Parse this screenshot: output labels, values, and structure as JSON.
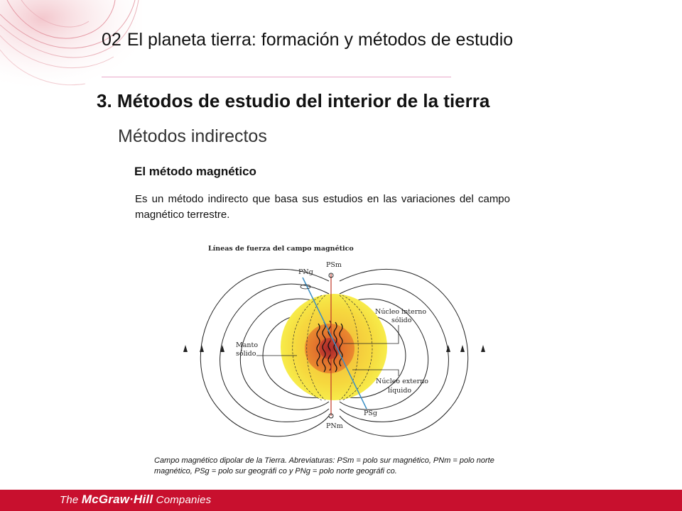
{
  "header": {
    "chapter_number": "02",
    "chapter_title": "El planeta tierra: formación y métodos de estudio"
  },
  "section": {
    "title": "3. Métodos de estudio del interior de la tierra",
    "subtitle": "Métodos indirectos"
  },
  "content": {
    "method_heading": "El método magnético",
    "description": "Es un método indirecto que basa sus estudios en las variaciones del campo magnético terrestre."
  },
  "figure": {
    "title": "Líneas de fuerza del campo magnético",
    "labels": {
      "png": "PNg",
      "psm": "PSm",
      "inner_core_1": "Núcleo interno",
      "inner_core_2": "sólido",
      "mantle_1": "Manto",
      "mantle_2": "sólido",
      "outer_core_1": "Núcleo externo",
      "outer_core_2": "líquido",
      "psg": "PSg",
      "pnm": "PNm"
    },
    "colors": {
      "mantle_outer": "#f7ec4a",
      "mantle_inner": "#f0b23a",
      "outer_core": "#e57a2e",
      "inner_core": "#b8322b",
      "geographic_axis": "#3a8fc4",
      "magnetic_axis": "#c0392b"
    },
    "caption": "Campo magnético dipolar de la Tierra. Abreviaturas: PSm = polo sur magnético, PNm = polo norte magnético, PSg = polo sur geográfi co y PNg = polo norte geográfi co."
  },
  "footer": {
    "logo_prefix": "The",
    "logo_brand": "McGraw·Hill",
    "logo_suffix": "Companies"
  },
  "theme": {
    "footer_color": "#c8102e",
    "rule_color": "#e9a6c8"
  }
}
